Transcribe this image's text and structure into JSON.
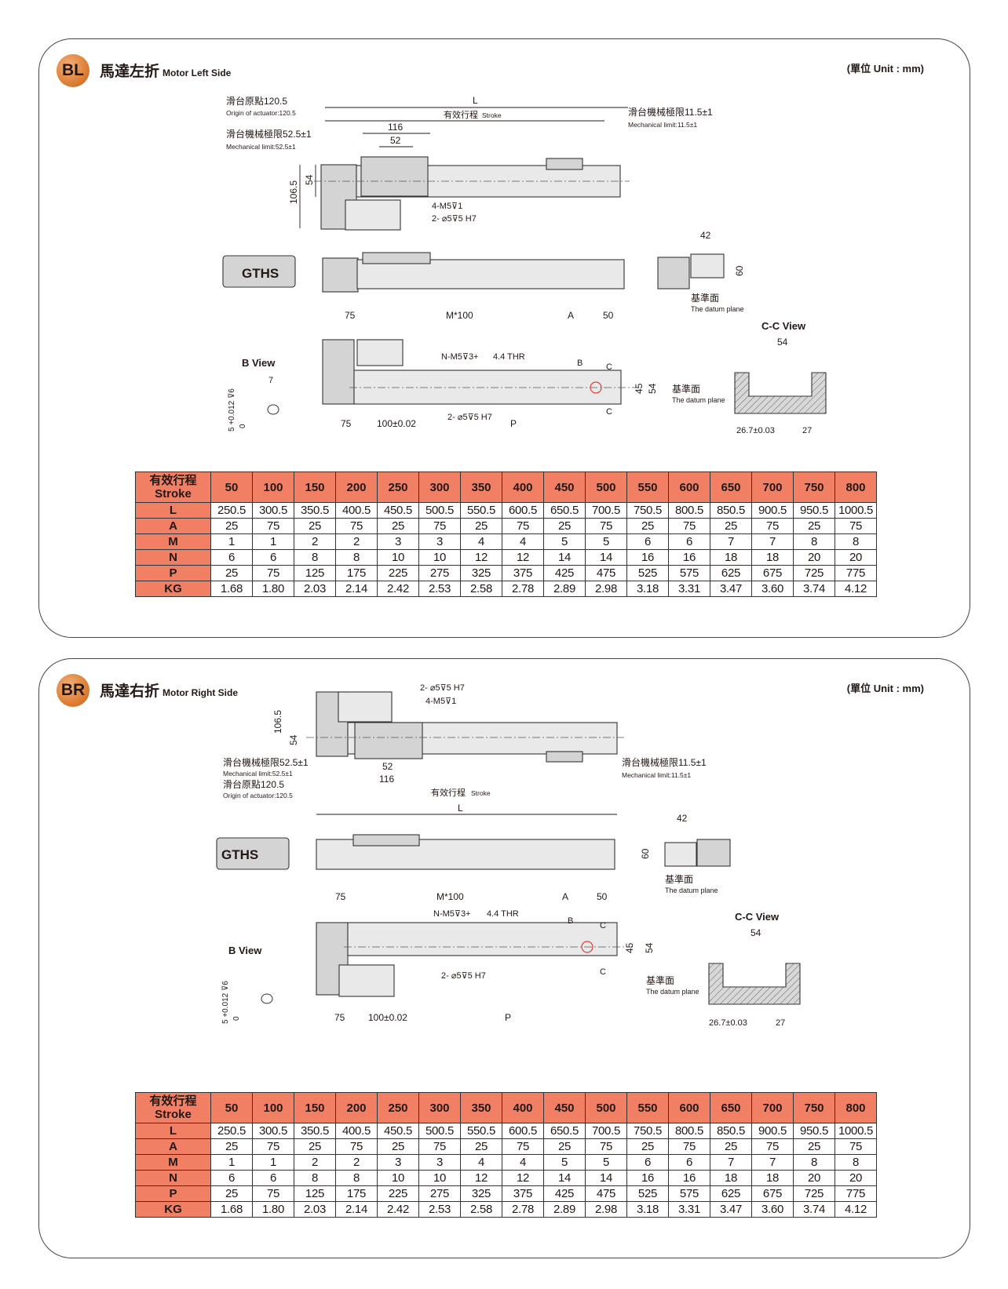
{
  "unit_label": "(單位 Unit : mm)",
  "colors": {
    "badge": "#d9772c",
    "table_header": "#f07f63",
    "highlight_circle": "#e0403a"
  },
  "labels": {
    "origin_cn": "滑台原點120.5",
    "origin_en": "Origin of actuator:120.5",
    "mech_left_cn": "滑台機械極限52.5±1",
    "mech_left_en": "Mechanical limit:52.5±1",
    "mech_right_cn": "滑台機械極限11.5±1",
    "mech_right_en": "Mechanical limit:11.5±1",
    "stroke_cn": "有效行程",
    "stroke_en": "Stroke",
    "L": "L",
    "d116": "116",
    "d52": "52",
    "d106_5": "106.5",
    "d54": "54",
    "d42": "42",
    "d60": "60",
    "d75": "75",
    "m100": "M*100",
    "A": "A",
    "d50": "50",
    "d45": "45",
    "pitch": "100±0.02",
    "P": "P",
    "B": "B",
    "C": "C",
    "m5_top": "4-M5⊽1",
    "pin_top": "2- ⌀5⊽5 H7",
    "nm5": "N-M5⊽3+",
    "thr": "4.4 THR",
    "pin_bottom": "2- ⌀5⊽5 H7",
    "datum_cn": "基準面",
    "datum_en": "The datum plane",
    "b_view": "B View",
    "bview_7": "7",
    "bview_tol": "5 +0.012 ⊽6",
    "bview_zero": "0",
    "cc_view": "C-C View",
    "cc_54": "54",
    "cc_267": "26.7±0.03",
    "cc_27": "27",
    "logo": "GTHS"
  },
  "table": {
    "header_cn": "有效行程",
    "header_en": "Stroke",
    "strokes": [
      "50",
      "100",
      "150",
      "200",
      "250",
      "300",
      "350",
      "400",
      "450",
      "500",
      "550",
      "600",
      "650",
      "700",
      "750",
      "800"
    ],
    "rows": [
      {
        "label": "L",
        "values": [
          "250.5",
          "300.5",
          "350.5",
          "400.5",
          "450.5",
          "500.5",
          "550.5",
          "600.5",
          "650.5",
          "700.5",
          "750.5",
          "800.5",
          "850.5",
          "900.5",
          "950.5",
          "1000.5"
        ]
      },
      {
        "label": "A",
        "values": [
          "25",
          "75",
          "25",
          "75",
          "25",
          "75",
          "25",
          "75",
          "25",
          "75",
          "25",
          "75",
          "25",
          "75",
          "25",
          "75"
        ]
      },
      {
        "label": "M",
        "values": [
          "1",
          "1",
          "2",
          "2",
          "3",
          "3",
          "4",
          "4",
          "5",
          "5",
          "6",
          "6",
          "7",
          "7",
          "8",
          "8"
        ]
      },
      {
        "label": "N",
        "values": [
          "6",
          "6",
          "8",
          "8",
          "10",
          "10",
          "12",
          "12",
          "14",
          "14",
          "16",
          "16",
          "18",
          "18",
          "20",
          "20"
        ]
      },
      {
        "label": "P",
        "values": [
          "25",
          "75",
          "125",
          "175",
          "225",
          "275",
          "325",
          "375",
          "425",
          "475",
          "525",
          "575",
          "625",
          "675",
          "725",
          "775"
        ]
      },
      {
        "label": "KG",
        "values": [
          "1.68",
          "1.80",
          "2.03",
          "2.14",
          "2.42",
          "2.53",
          "2.58",
          "2.78",
          "2.89",
          "2.98",
          "3.18",
          "3.31",
          "3.47",
          "3.60",
          "3.74",
          "4.12"
        ]
      }
    ]
  },
  "panels": [
    {
      "badge": "BL",
      "title_cn": "馬達左折",
      "title_en": "Motor Left Side"
    },
    {
      "badge": "BR",
      "title_cn": "馬達右折",
      "title_en": "Motor Right Side"
    }
  ]
}
